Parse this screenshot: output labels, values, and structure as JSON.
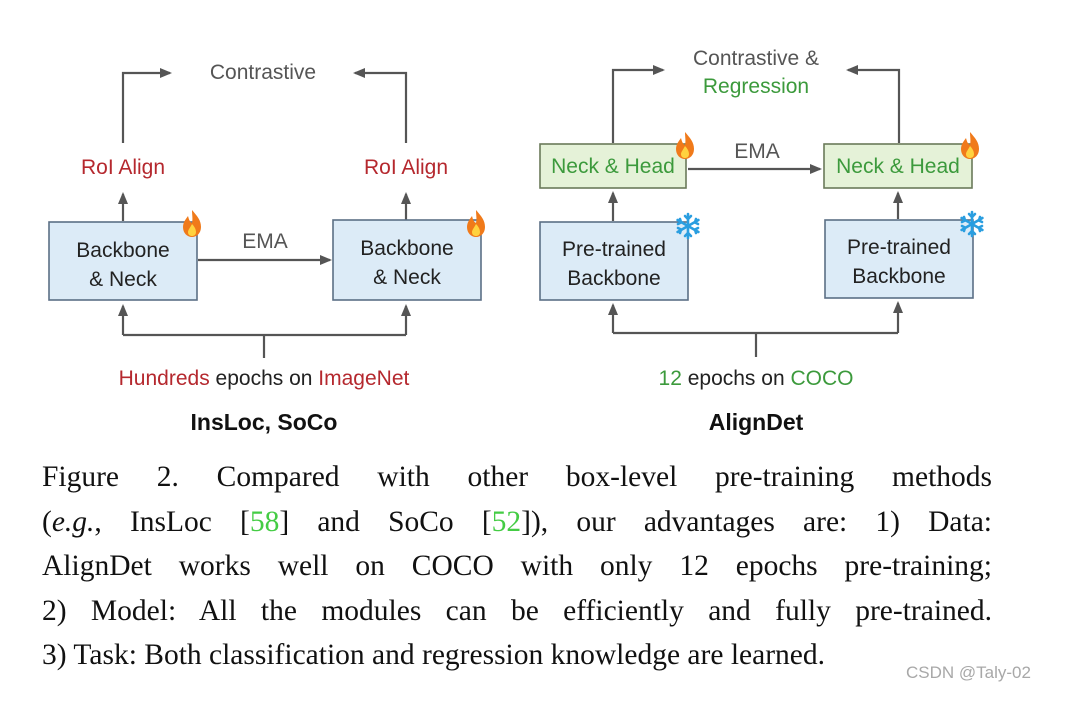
{
  "colors": {
    "red": "#b5282e",
    "green": "#3c9a3c",
    "gray_text": "#555555",
    "arrow": "#555555",
    "box_blue_fill": "#dcebf7",
    "box_blue_stroke": "#5b6f85",
    "box_green_fill": "#e5f2d8",
    "box_green_stroke": "#6a7a5a",
    "citation": "#44cc44",
    "flame": "#f07a1a",
    "snowflake": "#2a9ee0"
  },
  "left_panel": {
    "top_label": "Contrastive",
    "roi_left": "RoI Align",
    "roi_right": "RoI Align",
    "box_left_line1": "Backbone",
    "box_left_line2": "& Neck",
    "box_right_line1": "Backbone",
    "box_right_line2": "& Neck",
    "ema": "EMA",
    "bottom_part1": "Hundreds",
    "bottom_part2": " epochs on ",
    "bottom_part3": "ImageNet",
    "title": "InsLoc, SoCo",
    "icons": [
      "flame-icon",
      "flame-icon"
    ]
  },
  "right_panel": {
    "top_label_line1": "Contrastive &",
    "top_label_line2": "Regression",
    "head_left": "Neck & Head",
    "head_right": "Neck & Head",
    "ema": "EMA",
    "box_left_line1": "Pre-trained",
    "box_left_line2": "Backbone",
    "box_right_line1": "Pre-trained",
    "box_right_line2": "Backbone",
    "bottom_part1": "12",
    "bottom_part2": " epochs on ",
    "bottom_part3": "COCO",
    "title": "AlignDet",
    "icons": [
      "flame-icon",
      "flame-icon",
      "snowflake-icon",
      "snowflake-icon"
    ]
  },
  "caption": {
    "line1": "Figure 2. Compared with other box-level pre-training methods",
    "line2_pre": "(",
    "line2_eg": "e.g.",
    "line2_a": ", InsLoc [",
    "cite1": "58",
    "line2_b": "] and SoCo [",
    "cite2": "52",
    "line2_c": "]), our advantages are: 1) Data:",
    "line3": "AlignDet works well on COCO with only 12 epochs pre-training;",
    "line4": "2) Model: All the modules can be efficiently and fully pre-trained.",
    "line5": "3) Task: Both classification and regression knowledge are learned."
  },
  "watermark": "CSDN @Taly-02"
}
